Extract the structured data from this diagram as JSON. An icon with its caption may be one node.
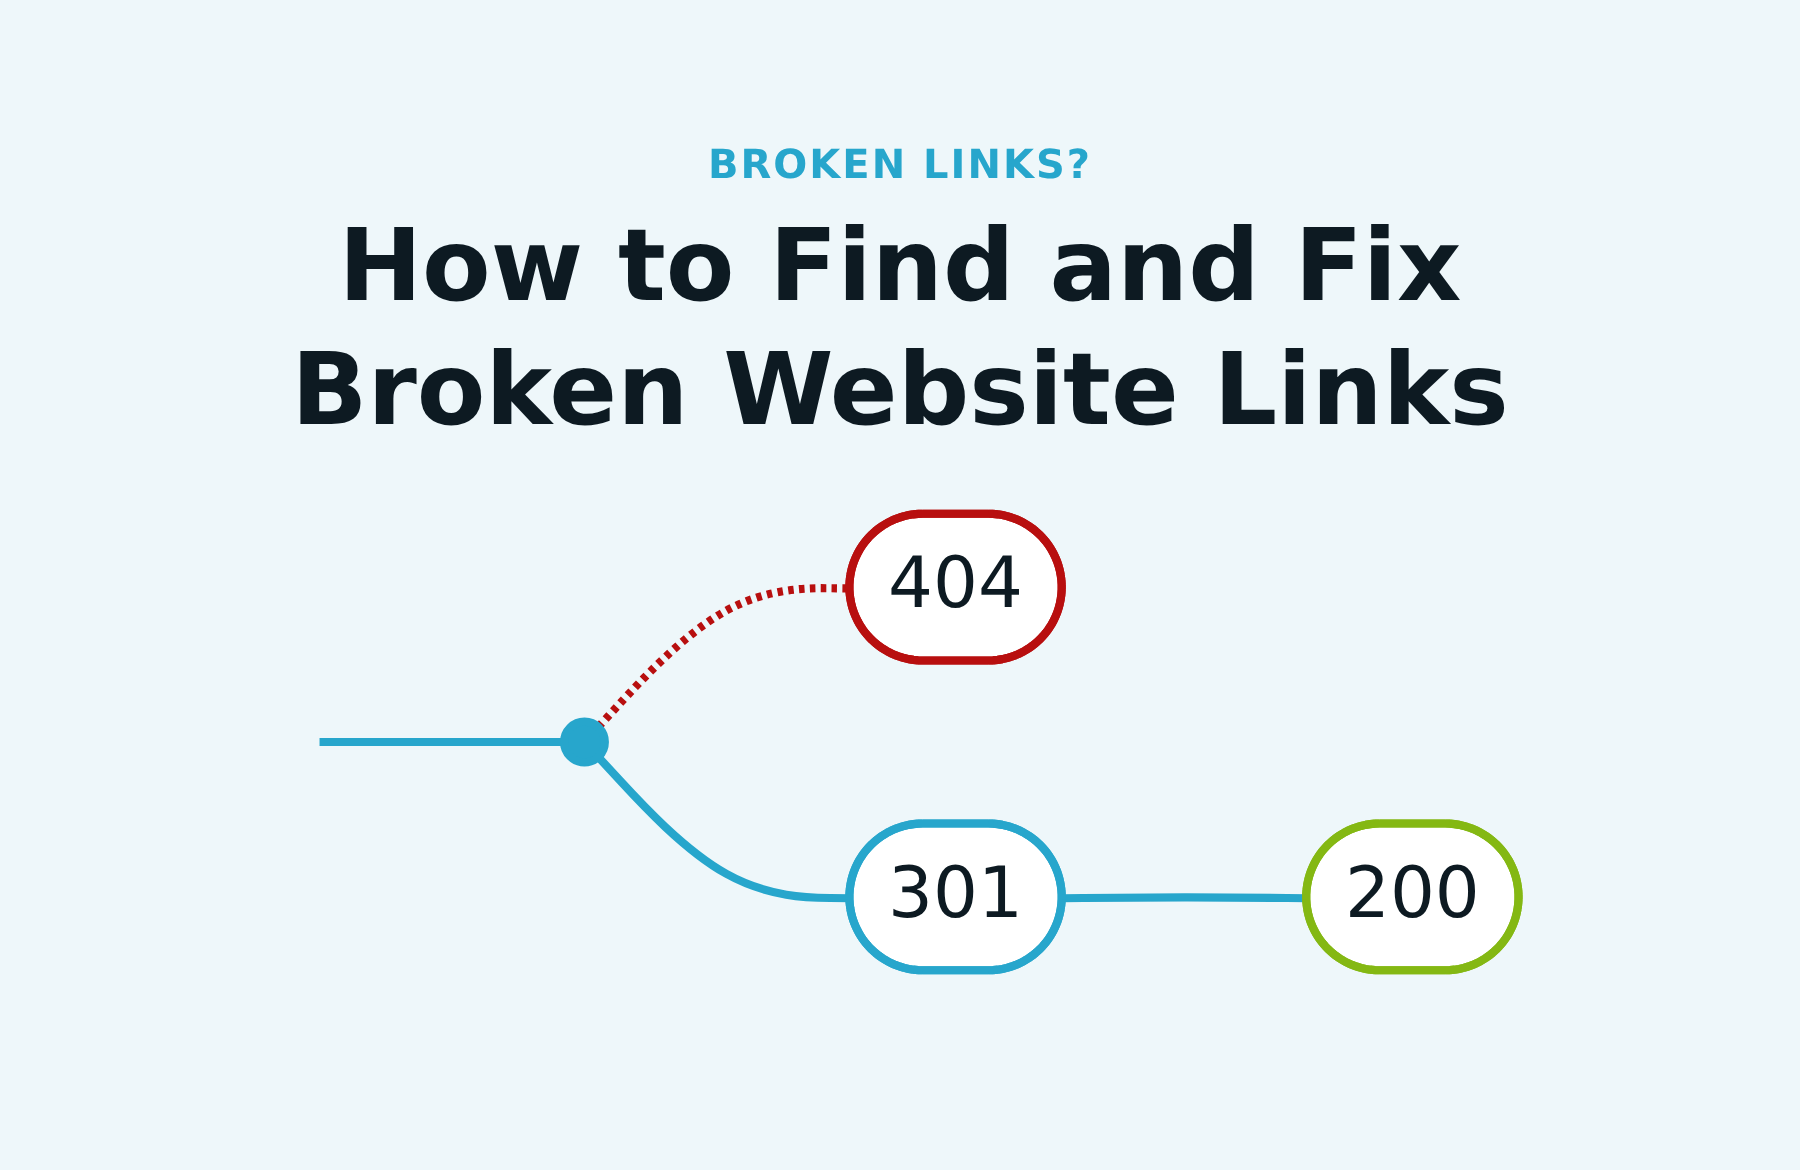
{
  "diagram": {
    "title": "How to Find and Fix Broken Website Links",
    "nodes": [
      {
        "text": [],
        "shape": "circle"
      },
      {
        "text": [
          "404"
        ]
      },
      {
        "text": [
          "301"
        ]
      },
      {
        "text": [
          "200"
        ]
      }
    ],
    "edges": [
      {
        "from": null,
        "to": 0,
        "arrow": "none"
      },
      {
        "from": 0,
        "to": 1,
        "arrow": "none",
        "style": "dashed",
        "color": "#b80f0f"
      },
      {
        "from": 0,
        "to": 2,
        "arrow": "none"
      },
      {
        "from": 2,
        "to": 3,
        "arrow": "none"
      }
    ],
    "labels": [
      "BROKEN LINKS?"
    ]
  }
}
